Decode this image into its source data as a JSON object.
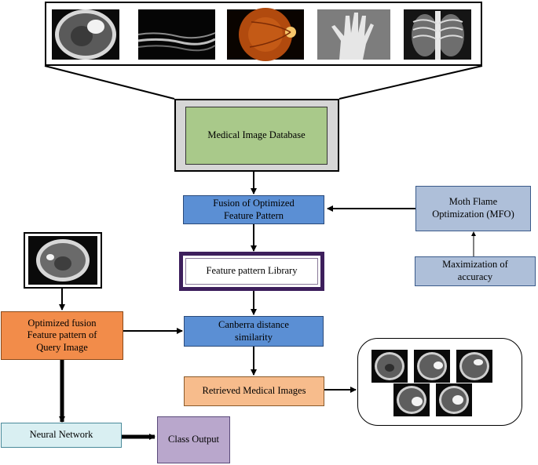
{
  "top_images": [
    {
      "name": "brain-ct-scan"
    },
    {
      "name": "ultrasound-scan"
    },
    {
      "name": "retina-fundus"
    },
    {
      "name": "hand-xray"
    },
    {
      "name": "chest-xray"
    }
  ],
  "nodes": {
    "database": "Medical Image Database",
    "fusion": "Fusion of Optimized\nFeature Pattern",
    "mfo": "Moth Flame\nOptimization (MFO)",
    "maximization": "Maximization of\naccuracy",
    "library": "Feature pattern Library",
    "query": "Optimized fusion\nFeature pattern of\nQuery Image",
    "canberra": "Canberra  distance\nsimilarity",
    "retrieved": "Retrieved Medical Images",
    "neural": "Neural Network",
    "class_output": "Class Output"
  },
  "colors": {
    "database_fill": "#a9c98a",
    "database_frame": "#d6d6d6",
    "blue_fill": "#5b8fd4",
    "light_blue_fill": "#aebfd9",
    "library_border": "#3d1f5c",
    "orange_fill": "#f28c4a",
    "peach_fill": "#f7bc8c",
    "cyan_fill": "#d9eff2",
    "purple_fill": "#b9a7cc"
  },
  "retrieved_image_count": 5
}
